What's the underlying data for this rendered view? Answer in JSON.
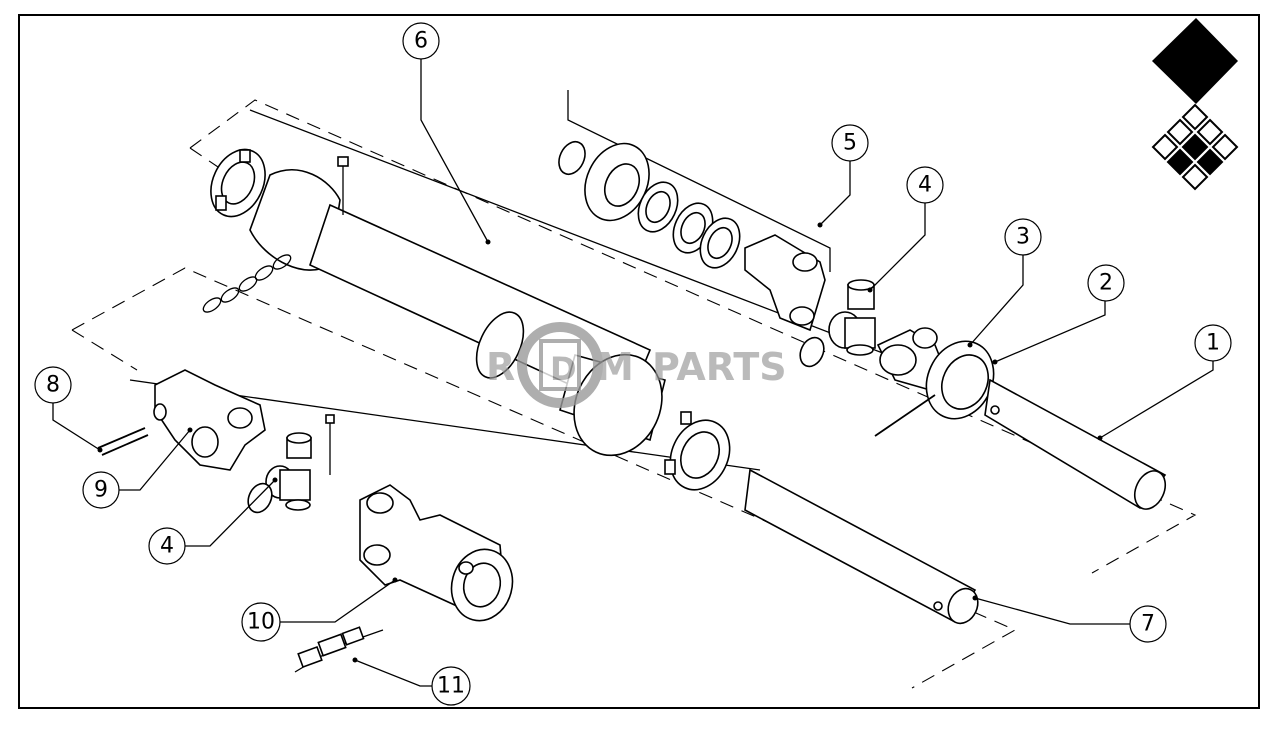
{
  "watermark": {
    "text": "R D M PARTS",
    "color": "#8a8a8a"
  },
  "logo": {
    "name": "diamond-logo",
    "color": "#000000"
  },
  "callouts": [
    "1",
    "2",
    "3",
    "4",
    "5",
    "6",
    "7",
    "8",
    "9",
    "4",
    "10",
    "11"
  ]
}
